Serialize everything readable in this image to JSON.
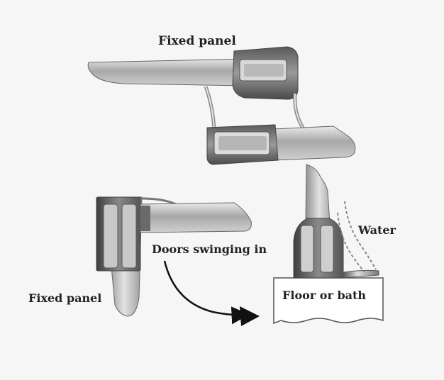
{
  "labels": {
    "fixed_panel_top": "Fixed panel",
    "fixed_panel_left": "Fixed panel",
    "doors_swinging_in": "Doors swinging in",
    "water": "Water",
    "floor_or_bath": "Floor or bath"
  },
  "colors": {
    "background": "#f6f6f6",
    "metal_dark": "#6e6e6e",
    "metal_mid": "#a9a9a9",
    "metal_light": "#e6e6e6",
    "seal_channel": "#4f4f4f",
    "text": "#222222",
    "arrow": "#111111"
  }
}
